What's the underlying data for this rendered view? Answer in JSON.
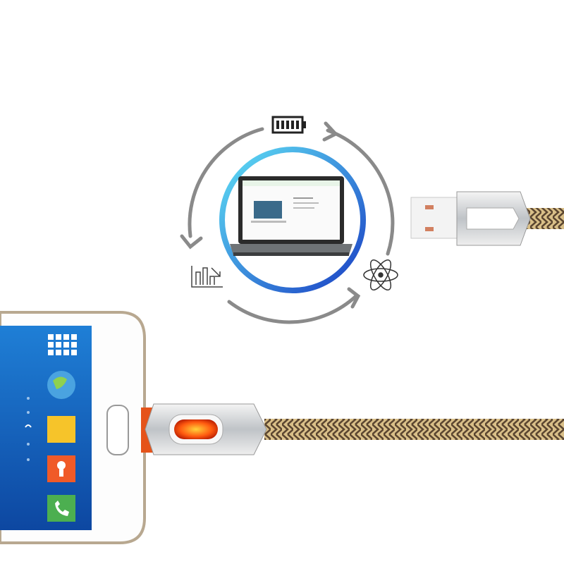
{
  "scene": {
    "icons": [
      "battery-icon",
      "data-sync-icon",
      "atom-icon",
      "laptop",
      "smartphone",
      "usb-connector",
      "micro-usb-connector"
    ],
    "colors": {
      "cycle_arrow": "#8a8a8a",
      "ring_start": "#4fd3f0",
      "ring_end": "#1a3fc4",
      "phone_screen": "#1565c0",
      "cable_gold": "#c9a86a",
      "cable_dark": "#4a3a28",
      "led_glow": "#ff5a10"
    }
  }
}
